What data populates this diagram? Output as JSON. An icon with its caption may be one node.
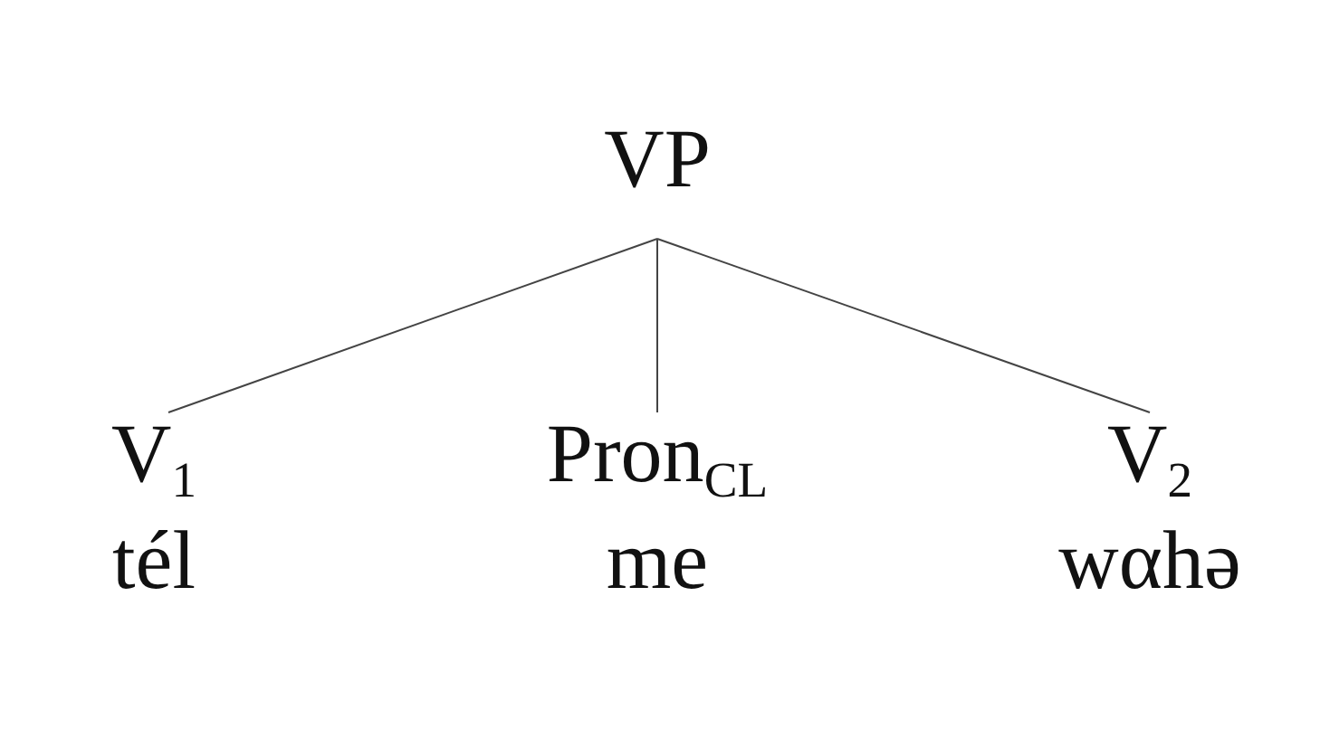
{
  "diagram": {
    "nodes": [
      {
        "text": [
          "VP"
        ]
      },
      {
        "text": [
          "V$_{1}$",
          "tél"
        ]
      },
      {
        "text": [
          "Pron$_{CL}$",
          "me"
        ]
      },
      {
        "text": [
          "V$_{2}$",
          "wαhə"
        ]
      }
    ],
    "edges": [
      {
        "from": 0,
        "to": 1,
        "arrow": "none"
      },
      {
        "from": 0,
        "to": 2,
        "arrow": "none"
      },
      {
        "from": 0,
        "to": 3,
        "arrow": "none"
      }
    ]
  }
}
